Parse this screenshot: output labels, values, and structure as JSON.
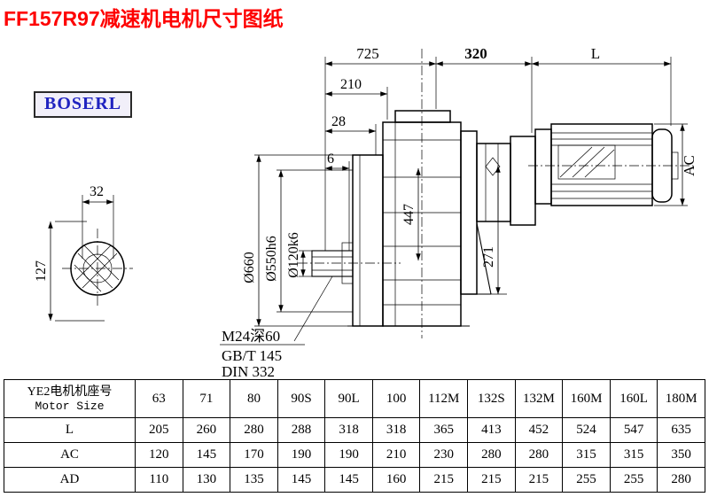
{
  "page": {
    "title": "FF157R97减速机电机尺寸图纸",
    "logo": "BOSERL"
  },
  "drawing": {
    "dims": {
      "len_total": "725",
      "len_adapter": "320",
      "len_motor": "L",
      "d210": "210",
      "d28": "28",
      "d6": "6",
      "d32": "32",
      "d127": "127",
      "dia660": "Ø660",
      "dia550": "Ø550h6",
      "dia120": "Ø120k6",
      "d447": "447",
      "d271": "271",
      "ac": "AC"
    },
    "notes": {
      "tap": "M24深60",
      "std1": "GB/T 145",
      "std2": "DIN 332"
    }
  },
  "table": {
    "header": {
      "line1": "YE2电机机座号",
      "line2": "Motor Size"
    },
    "columns": [
      "63",
      "71",
      "80",
      "90S",
      "90L",
      "100",
      "112M",
      "132S",
      "132M",
      "160M",
      "160L",
      "180M"
    ],
    "rows": [
      {
        "label": "L",
        "values": [
          "205",
          "260",
          "280",
          "288",
          "318",
          "318",
          "365",
          "413",
          "452",
          "524",
          "547",
          "635"
        ]
      },
      {
        "label": "AC",
        "values": [
          "120",
          "145",
          "170",
          "190",
          "190",
          "210",
          "230",
          "280",
          "280",
          "315",
          "315",
          "350"
        ]
      },
      {
        "label": "AD",
        "values": [
          "110",
          "130",
          "135",
          "145",
          "145",
          "160",
          "215",
          "215",
          "215",
          "255",
          "255",
          "280"
        ]
      }
    ]
  }
}
